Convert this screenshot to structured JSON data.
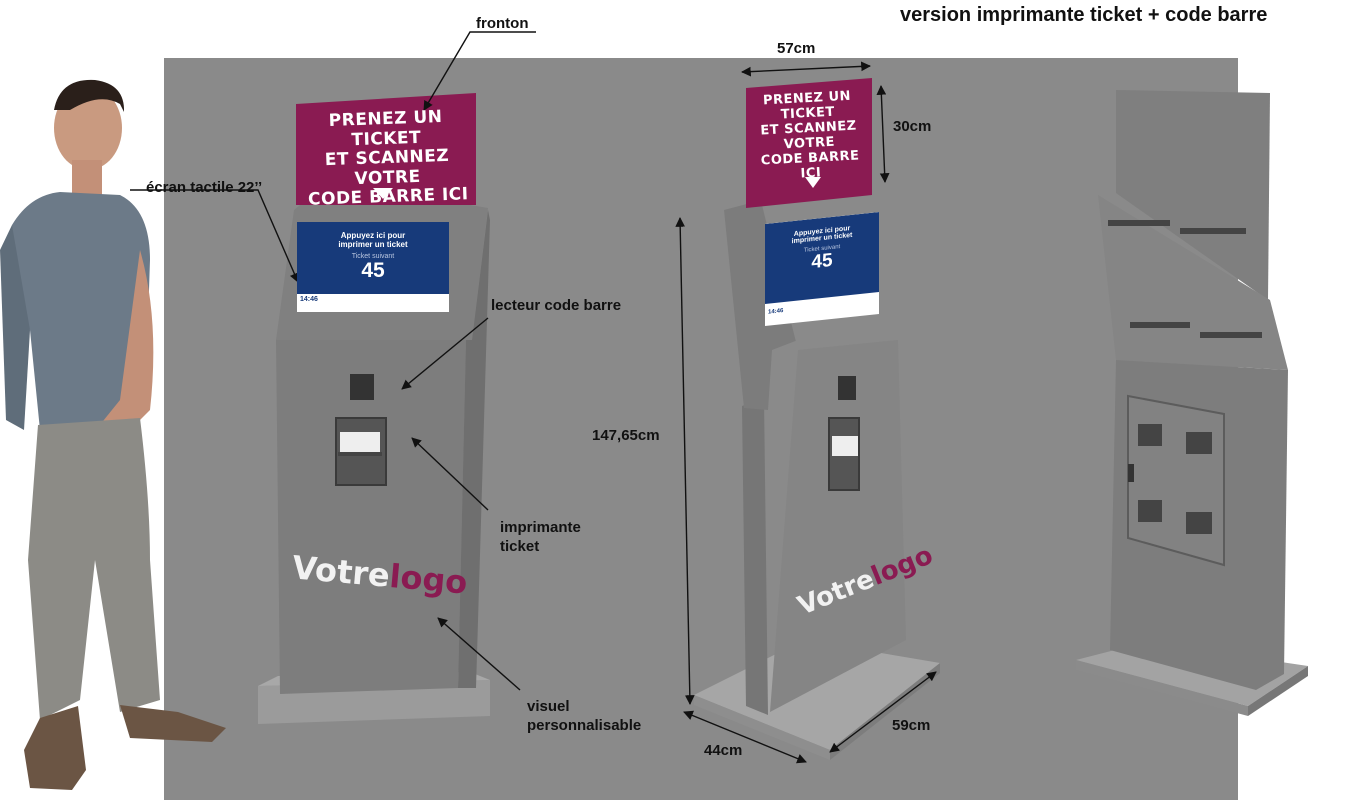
{
  "title": "version imprimante ticket + code barre",
  "labels": {
    "fronton": "fronton",
    "ecran": "écran tactile 22’’",
    "lecteur": "lecteur code barre",
    "imprimante_l1": "imprimante",
    "imprimante_l2": "ticket",
    "visuel_l1": "visuel",
    "visuel_l2": "personnalisable"
  },
  "dimensions": {
    "width_top": "57cm",
    "height_sign": "30cm",
    "height_total": "147,65cm",
    "depth": "44cm",
    "width_base": "59cm"
  },
  "sign": {
    "line1": "PRENEZ UN TICKET",
    "line2": "ET SCANNEZ VOTRE",
    "line3": "CODE BARRE ICI",
    "color": "#8a1b52"
  },
  "screen": {
    "line1": "Appuyez ici pour",
    "line2": "imprimer un ticket",
    "sub": "Ticket suivant",
    "number": "45",
    "time": "14:46",
    "color": "#173a7a"
  },
  "logo": {
    "part1": "Votre",
    "part2": "logo"
  }
}
